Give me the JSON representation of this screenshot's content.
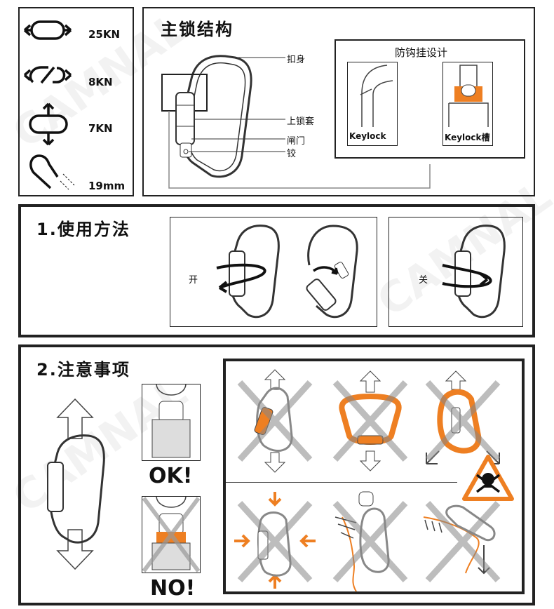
{
  "strength": {
    "major_axis": "25KN",
    "open_gate": "8KN",
    "minor_axis": "7KN",
    "gate_opening": "19mm"
  },
  "structure": {
    "title": "主锁结构",
    "body_label": "扣身",
    "sleeve_label": "上锁套",
    "gate_label": "闸门",
    "hinge_label": "铰",
    "antihook_title": "防钩挂设计",
    "keylock_label": "Keylock",
    "keylock_slot_label": "Keylock槽"
  },
  "usage": {
    "title": "1.使用方法",
    "open_label": "开",
    "close_label": "关"
  },
  "notes": {
    "title": "2.注意事项",
    "ok_label": "OK!",
    "no_label": "NO!"
  },
  "colors": {
    "accent": "#EE7F22",
    "line": "#222222",
    "gray": "#BDBDBD"
  }
}
